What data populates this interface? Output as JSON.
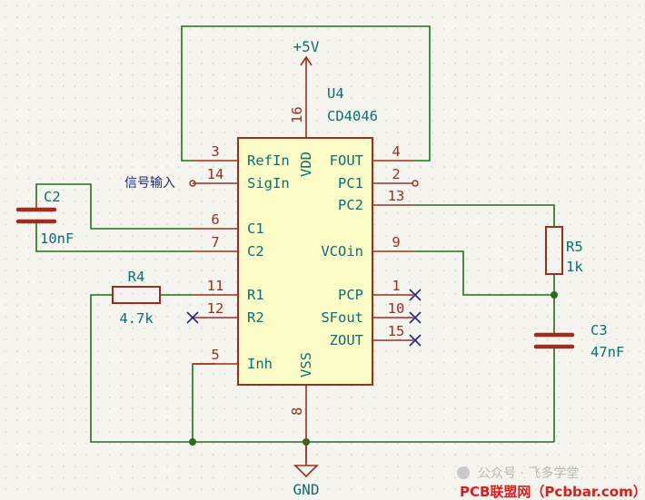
{
  "chip": {
    "ref": "U4",
    "part": "CD4046",
    "pins_left": [
      {
        "num": "3",
        "name": "RefIn"
      },
      {
        "num": "14",
        "name": "SigIn"
      },
      {
        "num": "6",
        "name": "C1"
      },
      {
        "num": "7",
        "name": "C2"
      },
      {
        "num": "11",
        "name": "R1"
      },
      {
        "num": "12",
        "name": "R2"
      },
      {
        "num": "5",
        "name": "Inh"
      }
    ],
    "pins_right": [
      {
        "num": "4",
        "name": "FOUT"
      },
      {
        "num": "2",
        "name": "PC1"
      },
      {
        "num": "13",
        "name": "PC2"
      },
      {
        "num": "9",
        "name": "VCOin"
      },
      {
        "num": "1",
        "name": "PCP"
      },
      {
        "num": "10",
        "name": "SFout"
      },
      {
        "num": "15",
        "name": "ZOUT"
      }
    ],
    "pin_top": {
      "num": "16",
      "name": "VDD"
    },
    "pin_bottom": {
      "num": "8",
      "name": "VSS"
    }
  },
  "power": {
    "vcc_label": "+5V",
    "gnd_label": "GND"
  },
  "input_label": "信号输入",
  "components": {
    "c2": {
      "ref": "C2",
      "value": "10nF"
    },
    "r4": {
      "ref": "R4",
      "value": "4.7k"
    },
    "r5": {
      "ref": "R5",
      "value": "1k"
    },
    "c3": {
      "ref": "C3",
      "value": "47nF"
    }
  },
  "watermark": {
    "text": "公众号 · 飞多学堂",
    "site": "PCB联盟网（Pcbbar.com）"
  },
  "colors": {
    "wire": "#1f6f1c",
    "pin": "#9b2e1f",
    "body_fill": "#fdfdc8",
    "label": "#0a6f71",
    "input_label": "#1c2a83"
  }
}
